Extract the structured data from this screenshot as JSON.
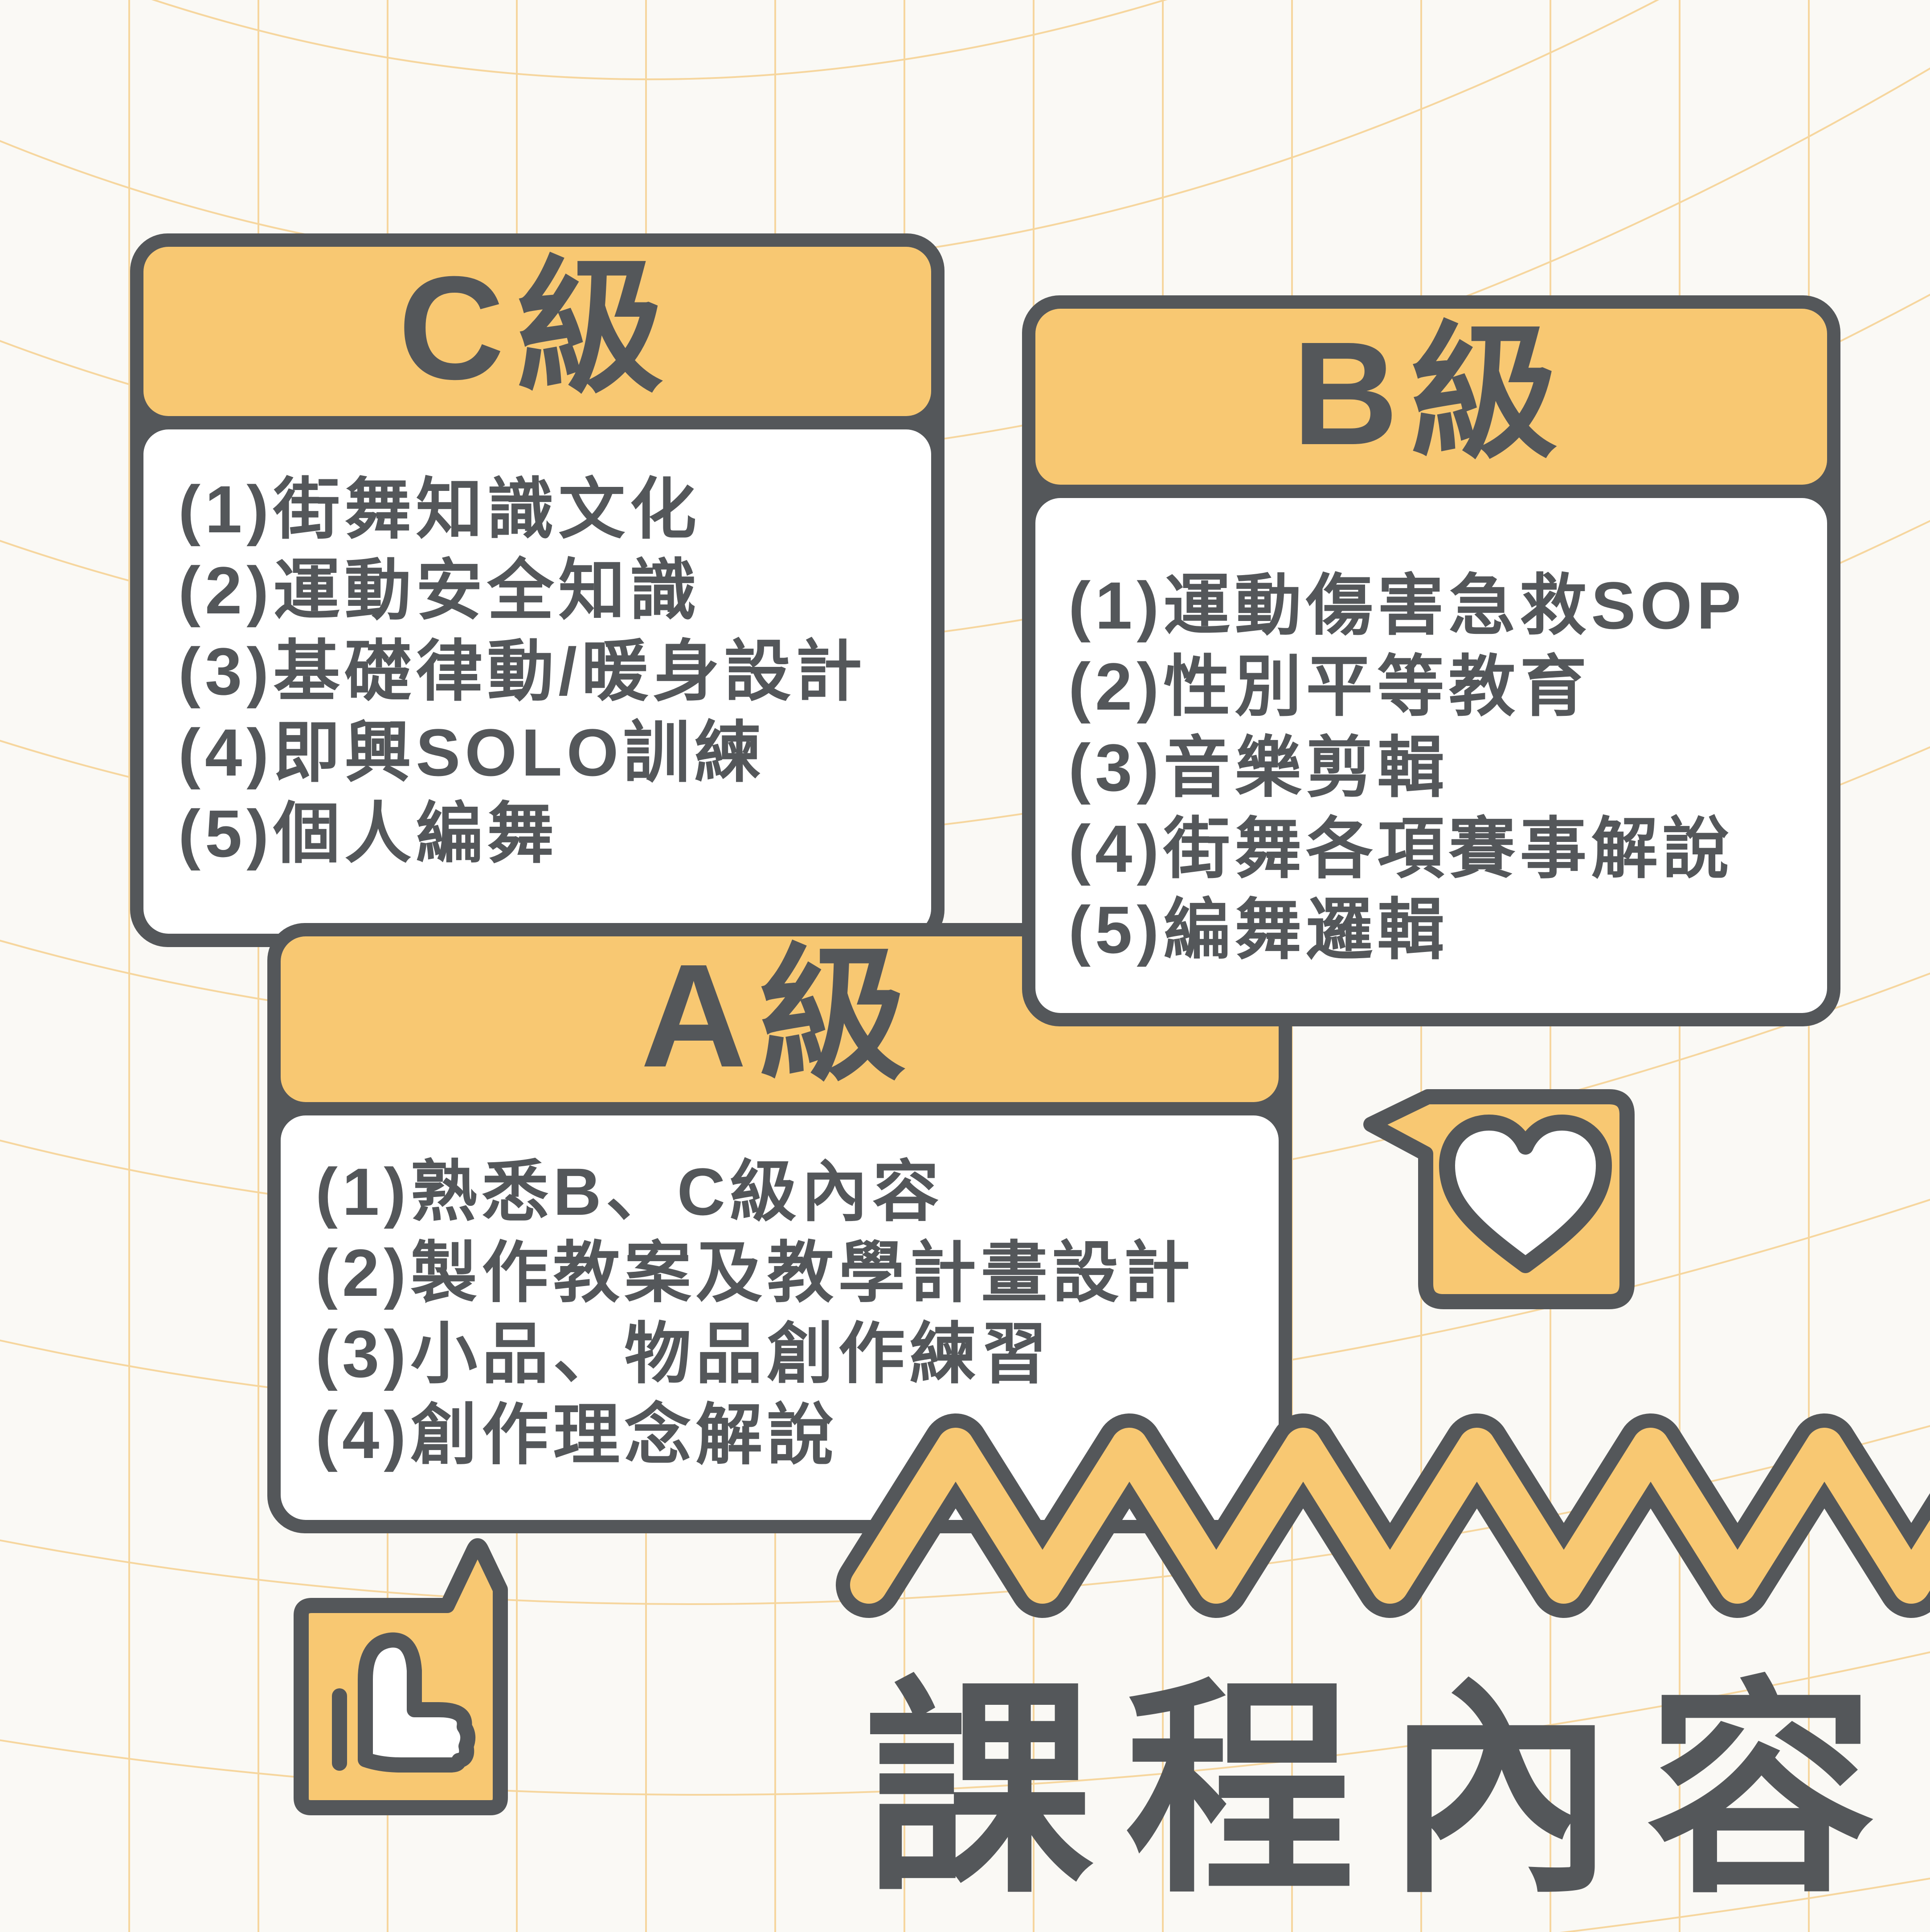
{
  "page_title": "課程內容",
  "cards": [
    {
      "id": "c-level",
      "title": "C級",
      "items": [
        "(1)街舞知識文化",
        "(2)運動安全知識",
        "(3)基礎律動/暖身設計",
        "(4)即興SOLO訓練",
        "(5)個人編舞"
      ]
    },
    {
      "id": "b-level",
      "title": "B級",
      "items": [
        "(1)運動傷害急救SOP",
        "(2)性別平等教育",
        "(3)音樂剪輯",
        "(4)街舞各項賽事解說",
        "(5)編舞邏輯"
      ]
    },
    {
      "id": "a-level",
      "title": "A級",
      "items": [
        "(1)熟悉B、C級內容",
        "(2)製作教案及教學計畫設計",
        "(3)小品、物品創作練習",
        "(4)創作理念解說"
      ]
    }
  ],
  "icons": {
    "thumbs_up": "thumbs-up-icon",
    "heart": "heart-icon"
  },
  "decorations": {
    "zigzag": "yellow zigzag ribbon with dark outline",
    "background": "warped yellow grid"
  },
  "colors": {
    "ink": "#54575A",
    "accent": "#F8C872",
    "bg": "#FAF9F5",
    "grid": "#F6D69E",
    "card": "#FFFFFF"
  }
}
